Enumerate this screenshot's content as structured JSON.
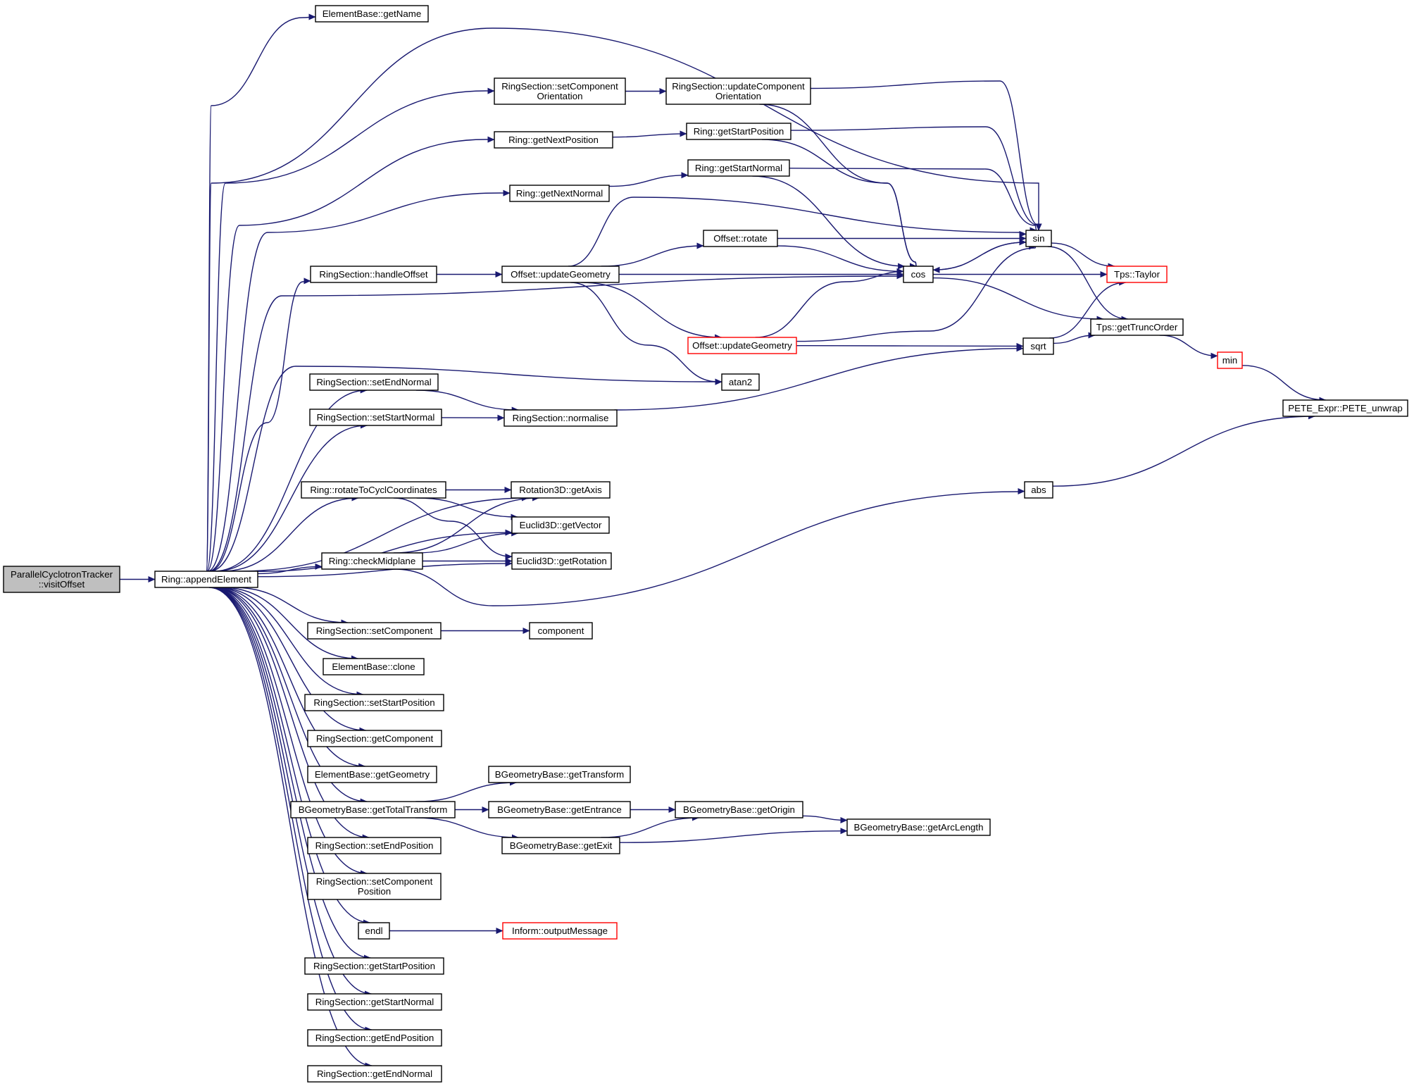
{
  "colors": {
    "edge": "#191970",
    "root_fill": "#bfbfbf",
    "truncated_border": "#ff0000"
  },
  "nodes": {
    "pct_visit_offset": {
      "lines": [
        "ParallelCyclotronTracker",
        "::visitOffset"
      ],
      "root": true
    },
    "ring_append_element": {
      "lines": [
        "Ring::appendElement"
      ]
    },
    "eb_get_name": {
      "lines": [
        "ElementBase::getName"
      ]
    },
    "rs_set_component_orientation": {
      "lines": [
        "RingSection::setComponent",
        "Orientation"
      ]
    },
    "rs_update_component_orientation": {
      "lines": [
        "RingSection::updateComponent",
        "Orientation"
      ]
    },
    "ring_get_next_position": {
      "lines": [
        "Ring::getNextPosition"
      ]
    },
    "ring_get_start_position": {
      "lines": [
        "Ring::getStartPosition"
      ]
    },
    "ring_get_next_normal": {
      "lines": [
        "Ring::getNextNormal"
      ]
    },
    "ring_get_start_normal": {
      "lines": [
        "Ring::getStartNormal"
      ]
    },
    "rs_handle_offset": {
      "lines": [
        "RingSection::handleOffset"
      ]
    },
    "offset_update_geometry": {
      "lines": [
        "Offset::updateGeometry"
      ]
    },
    "offset_rotate": {
      "lines": [
        "Offset::rotate"
      ]
    },
    "offset_update_geometry_2": {
      "lines": [
        "Offset::updateGeometry"
      ],
      "truncated": true
    },
    "sin": {
      "lines": [
        "sin"
      ]
    },
    "cos": {
      "lines": [
        "cos"
      ]
    },
    "tps_taylor": {
      "lines": [
        "Tps::Taylor"
      ],
      "truncated": true
    },
    "tps_get_trunc_order": {
      "lines": [
        "Tps::getTruncOrder"
      ]
    },
    "sqrt": {
      "lines": [
        "sqrt"
      ]
    },
    "min": {
      "lines": [
        "min"
      ],
      "truncated": true
    },
    "pete_unwrap": {
      "lines": [
        "PETE_Expr::PETE_unwrap"
      ]
    },
    "atan2": {
      "lines": [
        "atan2"
      ]
    },
    "rs_set_end_normal": {
      "lines": [
        "RingSection::setEndNormal"
      ]
    },
    "rs_set_start_normal": {
      "lines": [
        "RingSection::setStartNormal"
      ]
    },
    "rs_normalise": {
      "lines": [
        "RingSection::normalise"
      ]
    },
    "ring_rotate_to_cycl": {
      "lines": [
        "Ring::rotateToCyclCoordinates"
      ]
    },
    "rotation3d_get_axis": {
      "lines": [
        "Rotation3D::getAxis"
      ]
    },
    "euclid3d_get_vector": {
      "lines": [
        "Euclid3D::getVector"
      ]
    },
    "ring_check_midplane": {
      "lines": [
        "Ring::checkMidplane"
      ]
    },
    "euclid3d_get_rotation": {
      "lines": [
        "Euclid3D::getRotation"
      ]
    },
    "abs": {
      "lines": [
        "abs"
      ]
    },
    "rs_set_component": {
      "lines": [
        "RingSection::setComponent"
      ]
    },
    "component": {
      "lines": [
        "component"
      ]
    },
    "eb_clone": {
      "lines": [
        "ElementBase::clone"
      ]
    },
    "rs_set_start_position": {
      "lines": [
        "RingSection::setStartPosition"
      ]
    },
    "rs_get_component": {
      "lines": [
        "RingSection::getComponent"
      ]
    },
    "eb_get_geometry": {
      "lines": [
        "ElementBase::getGeometry"
      ]
    },
    "bgb_get_transform": {
      "lines": [
        "BGeometryBase::getTransform"
      ]
    },
    "bgb_get_total_transform": {
      "lines": [
        "BGeometryBase::getTotalTransform"
      ]
    },
    "bgb_get_entrance": {
      "lines": [
        "BGeometryBase::getEntrance"
      ]
    },
    "bgb_get_origin": {
      "lines": [
        "BGeometryBase::getOrigin"
      ]
    },
    "bgb_get_arc_length": {
      "lines": [
        "BGeometryBase::getArcLength"
      ]
    },
    "bgb_get_exit": {
      "lines": [
        "BGeometryBase::getExit"
      ]
    },
    "rs_set_end_position": {
      "lines": [
        "RingSection::setEndPosition"
      ]
    },
    "rs_set_component_position": {
      "lines": [
        "RingSection::setComponent",
        "Position"
      ]
    },
    "endl": {
      "lines": [
        "endl"
      ]
    },
    "inform_output_message": {
      "lines": [
        "Inform::outputMessage"
      ],
      "truncated": true
    },
    "rs_get_start_position": {
      "lines": [
        "RingSection::getStartPosition"
      ]
    },
    "rs_get_start_normal": {
      "lines": [
        "RingSection::getStartNormal"
      ]
    },
    "rs_get_end_position": {
      "lines": [
        "RingSection::getEndPosition"
      ]
    },
    "rs_get_end_normal": {
      "lines": [
        "RingSection::getEndNormal"
      ]
    }
  },
  "edges": [
    [
      "pct_visit_offset",
      "ring_append_element"
    ],
    [
      "ring_append_element",
      "eb_get_name"
    ],
    [
      "ring_append_element",
      "sin"
    ],
    [
      "ring_append_element",
      "rs_set_component_orientation"
    ],
    [
      "ring_append_element",
      "ring_get_next_position"
    ],
    [
      "ring_append_element",
      "ring_get_next_normal"
    ],
    [
      "ring_append_element",
      "rs_handle_offset"
    ],
    [
      "ring_append_element",
      "cos"
    ],
    [
      "ring_append_element",
      "atan2"
    ],
    [
      "ring_append_element",
      "rs_set_end_normal"
    ],
    [
      "ring_append_element",
      "rs_set_start_normal"
    ],
    [
      "ring_append_element",
      "rotation3d_get_axis"
    ],
    [
      "ring_append_element",
      "ring_rotate_to_cycl"
    ],
    [
      "ring_append_element",
      "euclid3d_get_vector"
    ],
    [
      "ring_append_element",
      "ring_check_midplane"
    ],
    [
      "ring_append_element",
      "euclid3d_get_rotation"
    ],
    [
      "ring_append_element",
      "rs_set_component"
    ],
    [
      "ring_append_element",
      "eb_clone"
    ],
    [
      "ring_append_element",
      "rs_set_start_position"
    ],
    [
      "ring_append_element",
      "rs_get_component"
    ],
    [
      "ring_append_element",
      "eb_get_geometry"
    ],
    [
      "ring_append_element",
      "bgb_get_total_transform"
    ],
    [
      "ring_append_element",
      "rs_set_end_position"
    ],
    [
      "ring_append_element",
      "rs_set_component_position"
    ],
    [
      "ring_append_element",
      "endl"
    ],
    [
      "ring_append_element",
      "rs_get_start_position"
    ],
    [
      "ring_append_element",
      "rs_get_start_normal"
    ],
    [
      "ring_append_element",
      "rs_get_end_position"
    ],
    [
      "ring_append_element",
      "rs_get_end_normal"
    ],
    [
      "rs_set_component_orientation",
      "rs_update_component_orientation"
    ],
    [
      "rs_update_component_orientation",
      "sin"
    ],
    [
      "rs_update_component_orientation",
      "cos"
    ],
    [
      "ring_get_next_position",
      "ring_get_start_position"
    ],
    [
      "ring_get_start_position",
      "sin"
    ],
    [
      "ring_get_start_position",
      "cos"
    ],
    [
      "ring_get_next_normal",
      "ring_get_start_normal"
    ],
    [
      "ring_get_start_normal",
      "sin"
    ],
    [
      "ring_get_start_normal",
      "cos"
    ],
    [
      "rs_handle_offset",
      "offset_update_geometry"
    ],
    [
      "offset_update_geometry",
      "sin"
    ],
    [
      "offset_update_geometry",
      "offset_rotate"
    ],
    [
      "offset_update_geometry",
      "cos"
    ],
    [
      "offset_update_geometry",
      "offset_update_geometry_2"
    ],
    [
      "offset_update_geometry",
      "atan2"
    ],
    [
      "offset_rotate",
      "sin"
    ],
    [
      "offset_rotate",
      "cos"
    ],
    [
      "offset_update_geometry_2",
      "cos"
    ],
    [
      "offset_update_geometry_2",
      "sin"
    ],
    [
      "offset_update_geometry_2",
      "sqrt"
    ],
    [
      "cos",
      "sin"
    ],
    [
      "sin",
      "cos"
    ],
    [
      "cos",
      "tps_taylor"
    ],
    [
      "cos",
      "tps_get_trunc_order"
    ],
    [
      "sin",
      "tps_taylor"
    ],
    [
      "sin",
      "tps_get_trunc_order"
    ],
    [
      "sqrt",
      "tps_taylor"
    ],
    [
      "sqrt",
      "tps_get_trunc_order"
    ],
    [
      "tps_get_trunc_order",
      "min"
    ],
    [
      "min",
      "pete_unwrap"
    ],
    [
      "abs",
      "pete_unwrap"
    ],
    [
      "rs_set_end_normal",
      "rs_normalise"
    ],
    [
      "rs_set_start_normal",
      "rs_normalise"
    ],
    [
      "rs_normalise",
      "sqrt"
    ],
    [
      "ring_rotate_to_cycl",
      "rotation3d_get_axis"
    ],
    [
      "ring_rotate_to_cycl",
      "euclid3d_get_vector"
    ],
    [
      "ring_rotate_to_cycl",
      "euclid3d_get_rotation"
    ],
    [
      "ring_check_midplane",
      "rotation3d_get_axis"
    ],
    [
      "ring_check_midplane",
      "euclid3d_get_vector"
    ],
    [
      "ring_check_midplane",
      "euclid3d_get_rotation"
    ],
    [
      "ring_check_midplane",
      "abs"
    ],
    [
      "rs_set_component",
      "component"
    ],
    [
      "bgb_get_total_transform",
      "bgb_get_transform"
    ],
    [
      "bgb_get_total_transform",
      "bgb_get_entrance"
    ],
    [
      "bgb_get_total_transform",
      "bgb_get_exit"
    ],
    [
      "bgb_get_entrance",
      "bgb_get_origin"
    ],
    [
      "bgb_get_origin",
      "bgb_get_arc_length"
    ],
    [
      "bgb_get_exit",
      "bgb_get_origin"
    ],
    [
      "bgb_get_exit",
      "bgb_get_arc_length"
    ],
    [
      "endl",
      "inform_output_message"
    ]
  ]
}
